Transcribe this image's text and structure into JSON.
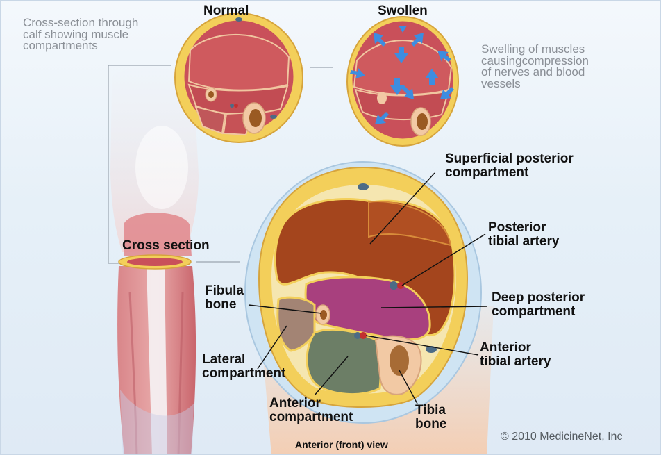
{
  "figure": {
    "labels": {
      "calf_caption": "Cross-section through\ncalf showing muscle\ncompartments",
      "normal": "Normal",
      "swollen": "Swollen",
      "swelling_note": "Swelling of muscles\ncausingcompression\nof nerves and blood\nvessels",
      "cross_section": "Cross section",
      "superficial_posterior": "Superficial posterior\ncompartment",
      "posterior_tibial_artery": "Posterior\ntibial artery",
      "deep_posterior": "Deep posterior\ncompartment",
      "anterior_tibial_artery": "Anterior\ntibial artery",
      "fibula_bone": "Fibula\nbone",
      "lateral_compartment": "Lateral\ncompartment",
      "anterior_compartment": "Anterior\ncompartment",
      "tibia_bone": "Tibia\nbone",
      "anterior_view": "Anterior (front) view",
      "copyright": "© 2010 MedicineNet, Inc"
    },
    "colors": {
      "background": "#e6f0f8",
      "skin_fat": "#f3cf5a",
      "muscle_normal": "#c9505a",
      "superficial_posterior": "#a4451d",
      "deep_posterior": "#a8407e",
      "lateral": "#a38474",
      "anterior": "#6c7e66",
      "bone": "#f2c9a4",
      "swelling_arrows": "#3d8de0"
    }
  }
}
